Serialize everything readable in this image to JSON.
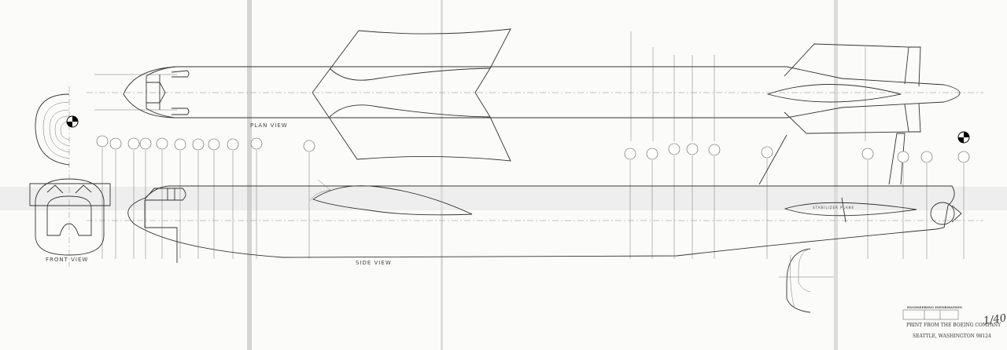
{
  "views": {
    "plan": "PLAN VIEW",
    "side": "SIDE VIEW",
    "front": "FRONT VIEW"
  },
  "stabilizer_label": "STABILIZER PLANE",
  "title_block": {
    "heading": "ENGINEERING INFORMATION",
    "print_line": "PRINT FROM THE BOEING COMPANY",
    "city_line": "SEATTLE, WASHINGTON 98124"
  },
  "scale_note": "1/40",
  "colors": {
    "ink": "#333333",
    "paper": "#fbfbfa",
    "fold_shadow": "#d8d8d8"
  }
}
